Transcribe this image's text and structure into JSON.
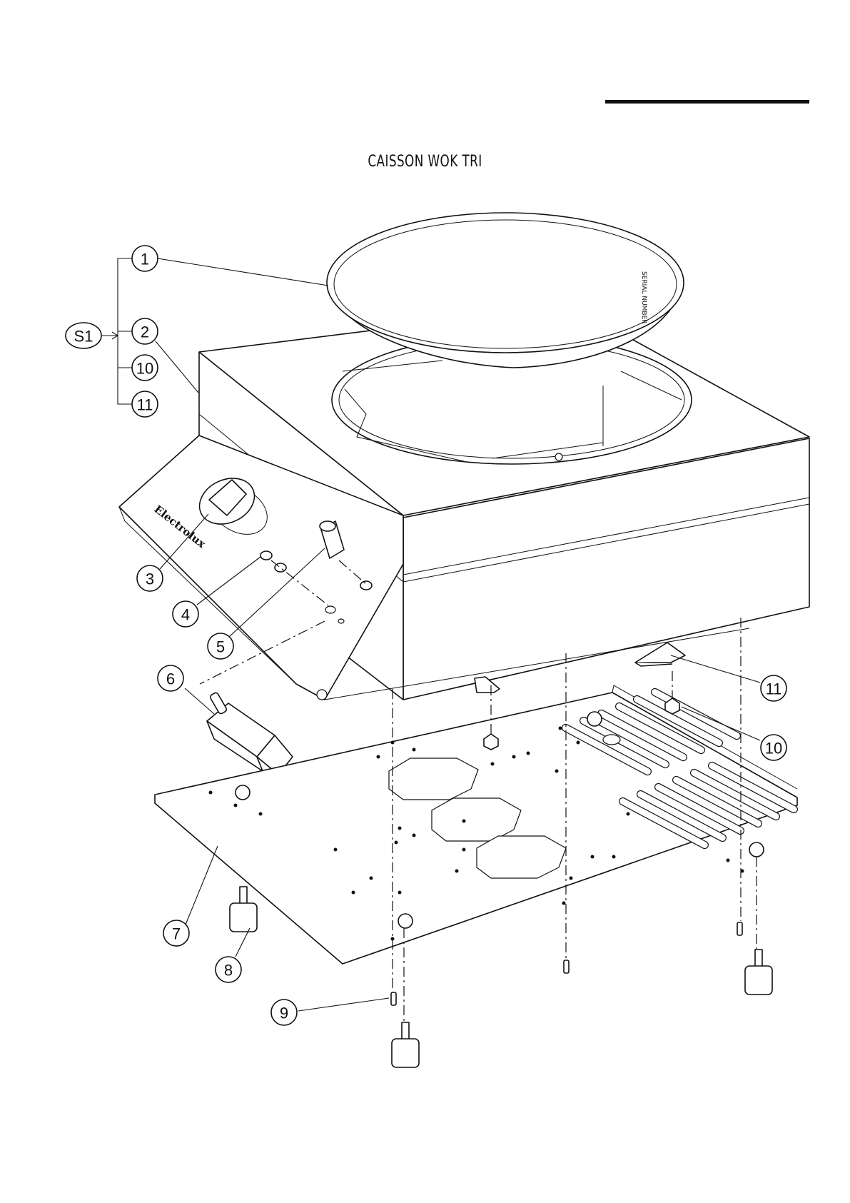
{
  "title": "CAISSON WOK TRI",
  "group": {
    "label": "S1",
    "members": [
      "1",
      "2",
      "10",
      "11"
    ]
  },
  "callouts": [
    {
      "id": "c1",
      "label": "1"
    },
    {
      "id": "c2",
      "label": "2"
    },
    {
      "id": "c10a",
      "label": "10"
    },
    {
      "id": "c11a",
      "label": "11"
    },
    {
      "id": "c3",
      "label": "3"
    },
    {
      "id": "c4",
      "label": "4"
    },
    {
      "id": "c5",
      "label": "5"
    },
    {
      "id": "c6",
      "label": "6"
    },
    {
      "id": "c7",
      "label": "7"
    },
    {
      "id": "c8",
      "label": "8"
    },
    {
      "id": "c9",
      "label": "9"
    },
    {
      "id": "c10b",
      "label": "10"
    },
    {
      "id": "c11b",
      "label": "11"
    }
  ],
  "panel_brand": "Electrolux",
  "bowl_marking": "SERIAL NUMBER"
}
